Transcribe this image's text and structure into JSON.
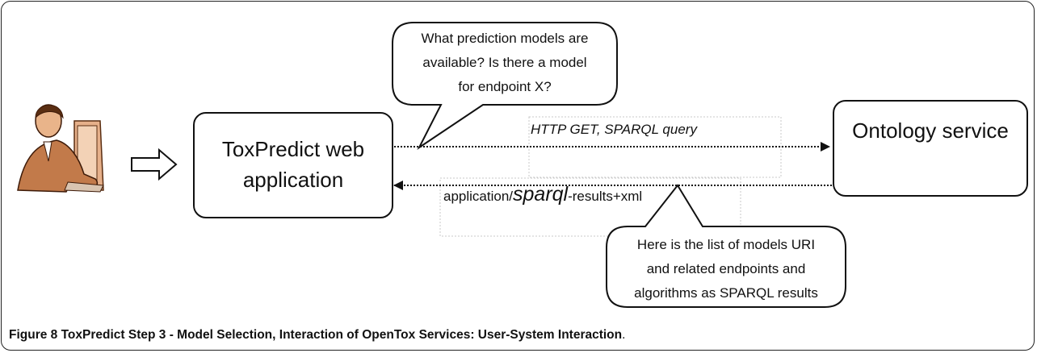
{
  "boxes": {
    "web_app": "ToxPredict web application",
    "ontology": "Ontology service"
  },
  "arrows": {
    "request": "HTTP GET, SPARQL query",
    "response_prefix": "application/",
    "response_sparql": "sparql",
    "response_suffix": "-results+xml"
  },
  "callouts": {
    "question_line1": "What prediction models are",
    "question_line2": "available?  Is there a model",
    "question_line3": "for endpoint X?",
    "answer_line1": "Here is the list of models URI",
    "answer_line2": "and related endpoints and",
    "answer_line3": "algorithms as SPARQL results"
  },
  "caption": {
    "label": "Figure 8",
    "text": "ToxPredict Step 3 - Model Selection, Interaction of OpenTox Services: User-System Interaction",
    "end": "."
  },
  "icons": {
    "user": "user-at-computer-icon",
    "user_arrow": "hollow-right-arrow-icon"
  }
}
